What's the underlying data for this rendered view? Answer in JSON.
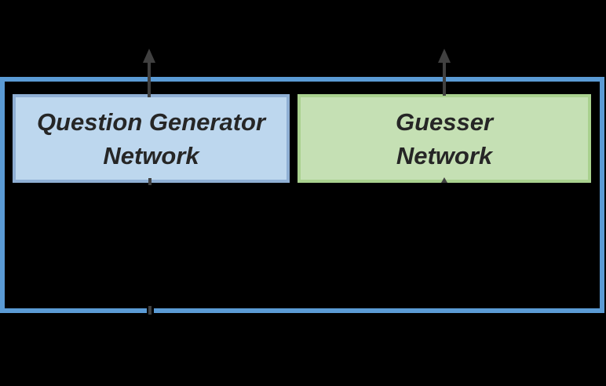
{
  "diagram": {
    "modules": {
      "question_generator": {
        "label_lines": [
          "Question Generator",
          "Network"
        ]
      },
      "guesser": {
        "label_lines": [
          "Guesser",
          "Network"
        ]
      }
    }
  },
  "colors": {
    "bg": "#000000",
    "outer_border": "#5b9bd5",
    "qg_fill": "#bdd7ee",
    "qg_border": "#8fafd4",
    "guesser_fill": "#c5e0b4",
    "guesser_border": "#a9d18e",
    "arrow_color": "#404040",
    "text_color": "#262626"
  }
}
